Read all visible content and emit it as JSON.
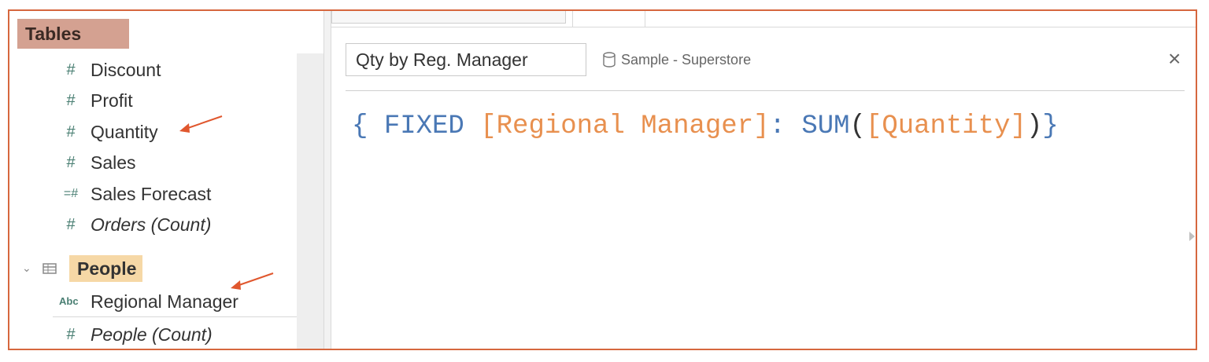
{
  "sidebar": {
    "section_title": "Tables",
    "measures": [
      {
        "icon": "#",
        "label": "Discount",
        "italic": false
      },
      {
        "icon": "#",
        "label": "Profit",
        "italic": false
      },
      {
        "icon": "#",
        "label": "Quantity",
        "italic": false
      },
      {
        "icon": "#",
        "label": "Sales",
        "italic": false
      },
      {
        "icon": "=#",
        "label": "Sales Forecast",
        "italic": false
      },
      {
        "icon": "#",
        "label": "Orders (Count)",
        "italic": true
      }
    ],
    "people_table": {
      "label": "People",
      "fields": [
        {
          "icon": "Abc",
          "label": "Regional Manager"
        },
        {
          "icon": "#",
          "label": "People (Count)"
        }
      ]
    }
  },
  "editor": {
    "calc_name": "Qty by Reg. Manager",
    "datasource": "Sample - Superstore",
    "close_label": "×",
    "formula": [
      {
        "text": "{ ",
        "color": "#4a78b5"
      },
      {
        "text": "FIXED ",
        "color": "#4a78b5"
      },
      {
        "text": "[Regional Manager]",
        "color": "#e8904f"
      },
      {
        "text": ": ",
        "color": "#4a78b5"
      },
      {
        "text": "SUM",
        "color": "#4a78b5"
      },
      {
        "text": "(",
        "color": "#333333"
      },
      {
        "text": "[Quantity]",
        "color": "#e8904f"
      },
      {
        "text": ")",
        "color": "#333333"
      },
      {
        "text": "}",
        "color": "#4a78b5"
      }
    ]
  },
  "annotations": {
    "arrow_color": "#e0572e",
    "border_color": "#d6673e"
  }
}
